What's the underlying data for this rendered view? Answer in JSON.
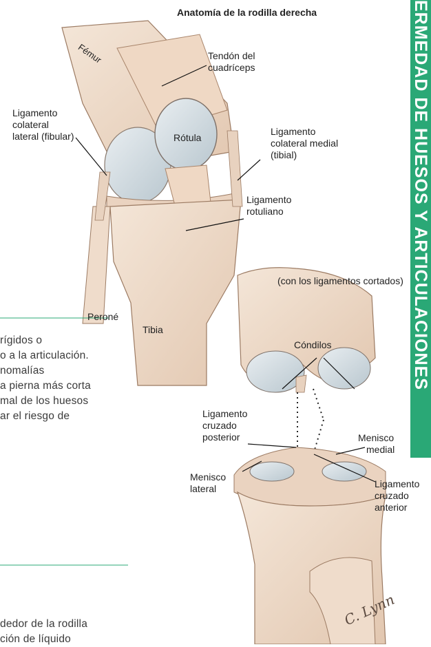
{
  "figure": {
    "title": "Anatomía de la rodilla derecha",
    "subtitle": "(con los ligamentos cortados)",
    "labels": {
      "femur": "Fémur",
      "quad_tendon_1": "Tendón del",
      "quad_tendon_2": "cuadríceps",
      "lcl_1": "Ligamento",
      "lcl_2": "colateral",
      "lcl_3": "lateral (fibular)",
      "rotula": "Rótula",
      "mcl_1": "Ligamento",
      "mcl_2": "colateral medial",
      "mcl_3": "(tibial)",
      "patellar_1": "Ligamento",
      "patellar_2": "rotuliano",
      "perone": "Peroné",
      "tibia": "Tibia",
      "condilos": "Cóndilos",
      "pcl_1": "Ligamento",
      "pcl_2": "cruzado",
      "pcl_3": "posterior",
      "med_menisc_1": "Menisco",
      "med_menisc_2": "medial",
      "lat_menisc_1": "Menisco",
      "lat_menisc_2": "lateral",
      "acl_1": "Ligamento",
      "acl_2": "cruzado",
      "acl_3": "anterior"
    },
    "signature": "C. Lynn"
  },
  "side_tab": {
    "text": "ERMEDAD DE HUESOS Y ARTICULACIONES",
    "color": "#2aa876"
  },
  "body_text": {
    "lines": [
      "rígidos o",
      "o a la articulación.",
      "nomalías",
      "a pierna más corta",
      "mal de los huesos",
      "ar el riesgo de",
      "dedor de la rodilla",
      "ción de líquido"
    ]
  }
}
